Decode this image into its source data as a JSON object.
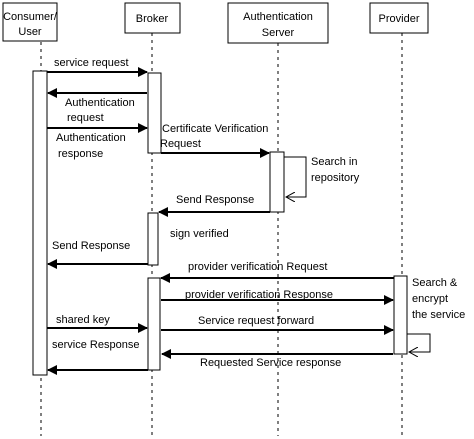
{
  "participants": {
    "consumer": [
      "Consumer/",
      "User"
    ],
    "broker": [
      "Broker"
    ],
    "auth": [
      "Authentication",
      "Server"
    ],
    "provider": [
      "Provider"
    ]
  },
  "messages": {
    "service_request": "service request",
    "auth_request_1": "Authentication",
    "auth_request_2": "request",
    "auth_response_1": "Authentication",
    "auth_response_2": "response",
    "cert_verif_1": "Certificate Verification",
    "cert_verif_2": "Request",
    "search_repo_1": "Search in",
    "search_repo_2": "repository",
    "send_response_1": "Send Response",
    "sign_verified": "sign verified",
    "send_response_2": "Send Response",
    "provider_verif_request": "provider verification Request",
    "search_encrypt_1": "Search &",
    "search_encrypt_2": "encrypt",
    "search_encrypt_3": "the service",
    "provider_verif_response": "provider verification Response",
    "shared_key": "shared key",
    "service_request_forward": "Service request forward",
    "service_response": "service Response",
    "requested_service_response": "Requested Service response"
  }
}
